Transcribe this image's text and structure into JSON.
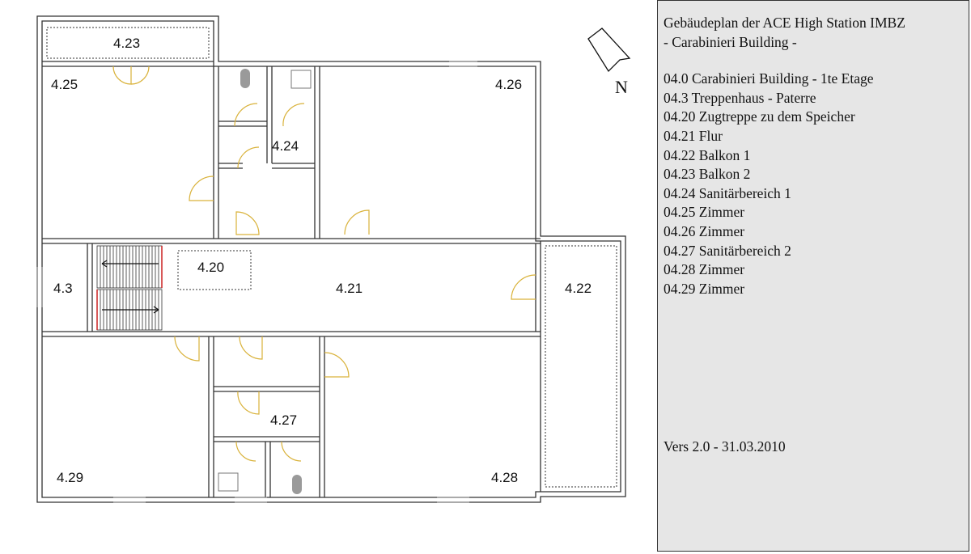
{
  "plan": {
    "north_label": "N",
    "wall_color": "#333333",
    "door_color": "#d9b23a",
    "stair_marker_color": "#cc2222",
    "fixture_color": "#9a9a9a",
    "rooms": {
      "r4_23": "4.23",
      "r4_25": "4.25",
      "r4_26": "4.26",
      "r4_24": "4.24",
      "r4_20": "4.20",
      "r4_3": "4.3",
      "r4_21": "4.21",
      "r4_22": "4.22",
      "r4_27": "4.27",
      "r4_29": "4.29",
      "r4_28": "4.28"
    }
  },
  "legend": {
    "title": "Gebäudeplan der ACE High Station IMBZ",
    "subtitle": "- Carabinieri   Building -",
    "items": [
      "04.0  Carabinieri Building - 1te Etage",
      "04.3  Treppenhaus - Paterre",
      "04.20 Zugtreppe zu dem Speicher",
      "04.21 Flur",
      "04.22 Balkon 1",
      "04.23 Balkon 2",
      "04.24 Sanitärbereich 1",
      "04.25 Zimmer",
      "04.26 Zimmer",
      "04.27 Sanitärbereich 2",
      "04.28 Zimmer",
      "04.29 Zimmer"
    ],
    "version": "Vers 2.0 - 31.03.2010"
  }
}
